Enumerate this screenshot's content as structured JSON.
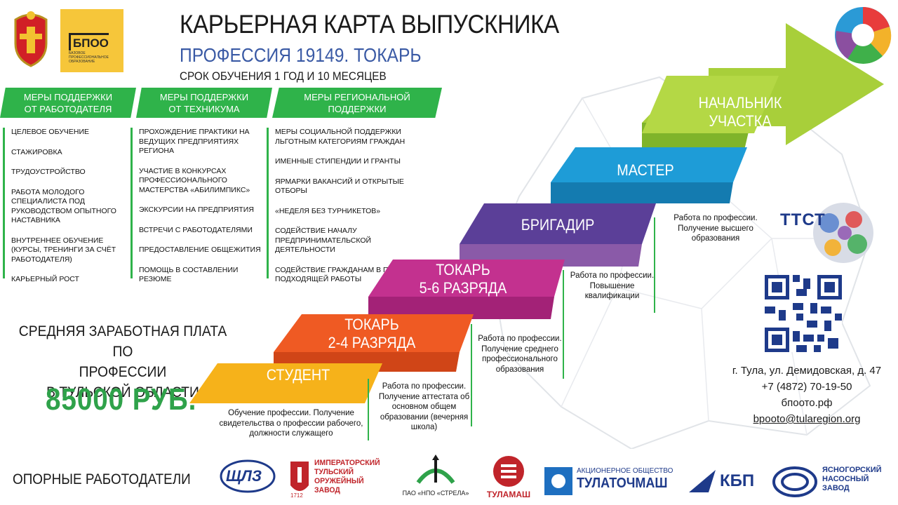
{
  "header": {
    "title": "КАРЬЕРНАЯ КАРТА ВЫПУСКНИКА",
    "subtitle": "ПРОФЕССИЯ 19149. ТОКАРЬ",
    "duration": "СРОК ОБУЧЕНИЯ 1 ГОД И 10 МЕСЯЦЕВ",
    "logo_text": "БПОО",
    "logo_subtext": "БАЗОВОЕ ПРОФЕССИОНАЛЬНОЕ ОБРАЗОВАНИЕ"
  },
  "support": [
    {
      "title": "МЕРЫ ПОДДЕРЖКИ ОТ РАБОТОДАТЕЛЯ",
      "items": [
        "ЦЕЛЕВОЕ ОБУЧЕНИЕ",
        "СТАЖИРОВКА",
        "ТРУДОУСТРОЙСТВО",
        "РАБОТА МОЛОДОГО СПЕЦИАЛИСТА ПОД РУКОВОДСТВОМ ОПЫТНОГО НАСТАВНИКА",
        "ВНУТРЕННЕЕ ОБУЧЕНИЕ (КУРСЫ, ТРЕНИНГИ ЗА СЧЁТ РАБОТОДАТЕЛЯ)",
        "КАРЬЕРНЫЙ РОСТ"
      ]
    },
    {
      "title": "МЕРЫ ПОДДЕРЖКИ ОТ ТЕХНИКУМА",
      "items": [
        "ПРОХОЖДЕНИЕ ПРАКТИКИ НА ВЕДУЩИХ ПРЕДПРИЯТИЯХ РЕГИОНА",
        "УЧАСТИЕ В КОНКУРСАХ ПРОФЕССИОНАЛЬНОГО МАСТЕРСТВА «АБИЛИМПИКС»",
        "ЭКСКУРСИИ НА ПРЕДПРИЯТИЯ",
        "ВСТРЕЧИ С РАБОТОДАТЕЛЯМИ",
        "ПРЕДОСТАВЛЕНИЕ ОБЩЕЖИТИЯ",
        "ПОМОЩЬ В СОСТАВЛЕНИИ РЕЗЮМЕ"
      ]
    },
    {
      "title": "МЕРЫ РЕГИОНАЛЬНОЙ ПОДДЕРЖКИ",
      "items": [
        "МЕРЫ СОЦИАЛЬНОЙ ПОДДЕРЖКИ ЛЬГОТНЫМ КАТЕГОРИЯМ ГРАЖДАН",
        "ИМЕННЫЕ СТИПЕНДИИ И ГРАНТЫ",
        "ЯРМАРКИ ВАКАНСИЙ И ОТКРЫТЫЕ ОТБОРЫ",
        "«НЕДЕЛЯ БЕЗ ТУРНИКЕТОВ»",
        "СОДЕЙСТВИЕ НАЧАЛУ ПРЕДПРИНИМАТЕЛЬСКОЙ ДЕЯТЕЛЬНОСТИ",
        "СОДЕЙСТВИЕ ГРАЖДАНАМ В ПОИСКЕ ПОДХОДЯЩЕЙ РАБОТЫ"
      ]
    }
  ],
  "salary": {
    "label_line1": "СРЕДНЯЯ ЗАРАБОТНАЯ ПЛАТА ПО",
    "label_line2": "ПРОФЕССИИ",
    "label_line3": "В ТУЛЬСКОЙ ОБЛАСТИ",
    "value": "85000 РУБ."
  },
  "steps": [
    {
      "title": "СТУДЕНТ",
      "color": "#f6b21a",
      "note": "Обучение профессии. Получение свидетельства о профессии рабочего, должности служащего"
    },
    {
      "title_l1": "ТОКАРЬ",
      "title_l2": "2-4 РАЗРЯДА",
      "color": "#ef5a23",
      "note": "Работа по профессии. Получение аттестата об основном общем образовании (вечерняя школа)"
    },
    {
      "title_l1": "ТОКАРЬ",
      "title_l2": "5-6 РАЗРЯДА",
      "color": "#c3318f",
      "note": "Работа по профессии. Получение среднего профессионального образования"
    },
    {
      "title": "БРИГАДИР",
      "color": "#5b3f98",
      "note": "Работа по профессии. Повышение квалификации"
    },
    {
      "title": "МАСТЕР",
      "color": "#1e9cd7",
      "note": "Работа по профессии. Получение высшего образования"
    },
    {
      "title_l1": "НАЧАЛЬНИК",
      "title_l2": "УЧАСТКА",
      "color": "#a8cf3a"
    }
  ],
  "contacts": {
    "org_logo": "ТТСТ",
    "address": "г. Тула, ул. Демидовская, д. 47",
    "phone": "+7 (4872) 70-19-50",
    "site": "бпоото.рф",
    "email": "bpooto@tularegion.org"
  },
  "employers": {
    "label": "ОПОРНЫЕ РАБОТОДАТЕЛИ",
    "items": [
      {
        "name": "ЩЛЗ"
      },
      {
        "name_l1": "ИМПЕРАТОРСКИЙ",
        "name_l2": "ТУЛЬСКИЙ",
        "name_l3": "ОРУЖЕЙНЫЙ",
        "name_l4": "ЗАВОД",
        "year": "1712"
      },
      {
        "name": "ПАО «НПО «СТРЕЛА»"
      },
      {
        "name": "ТУЛАМАШ"
      },
      {
        "name_small": "АКЦИОНЕРНОЕ ОБЩЕСТВО",
        "name": "ТУЛАТОЧМАШ"
      },
      {
        "name": "КБП"
      },
      {
        "name_l1": "ЯСНОГОРСКИЙ",
        "name_l2": "НАСОСНЫЙ",
        "name_l3": "ЗАВОД"
      }
    ]
  },
  "colors": {
    "green": "#2fb34a",
    "accent_blue": "#3a5aa5"
  }
}
